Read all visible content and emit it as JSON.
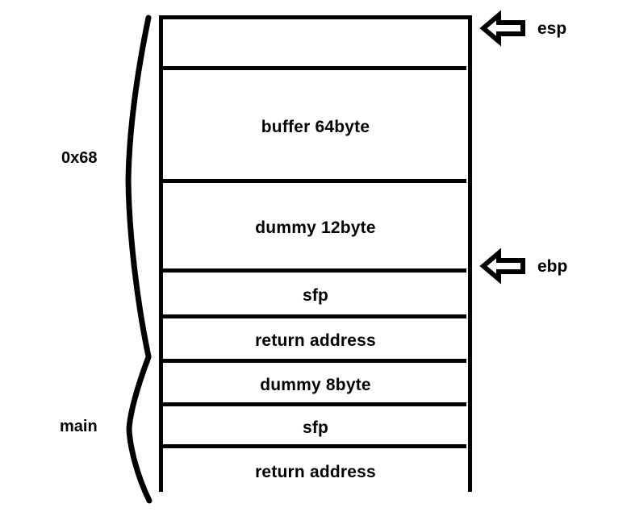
{
  "diagram": {
    "title": "Stack frame layout diagram",
    "background_color": "#ffffff",
    "line_color": "#000000",
    "text_color": "#000000"
  },
  "stack": {
    "rows": [
      {
        "label": "",
        "name": "stack-row-empty-top"
      },
      {
        "label": "buffer 64byte",
        "name": "stack-row-buffer"
      },
      {
        "label": "dummy 12byte",
        "name": "stack-row-dummy-12"
      },
      {
        "label": "sfp",
        "name": "stack-row-sfp-upper"
      },
      {
        "label": "return address",
        "name": "stack-row-return-address-upper"
      },
      {
        "label": "dummy 8byte",
        "name": "stack-row-dummy-8"
      },
      {
        "label": "sfp",
        "name": "stack-row-sfp-main"
      },
      {
        "label": "return address",
        "name": "stack-row-return-address-main"
      }
    ]
  },
  "braces": {
    "upper": {
      "label": "0x68",
      "icon": "curly-brace-vertical"
    },
    "lower": {
      "label": "main",
      "icon": "curly-brace-vertical"
    }
  },
  "pointers": {
    "esp": {
      "label": "esp",
      "icon": "arrow-left-block"
    },
    "ebp": {
      "label": "ebp",
      "icon": "arrow-left-block"
    }
  }
}
